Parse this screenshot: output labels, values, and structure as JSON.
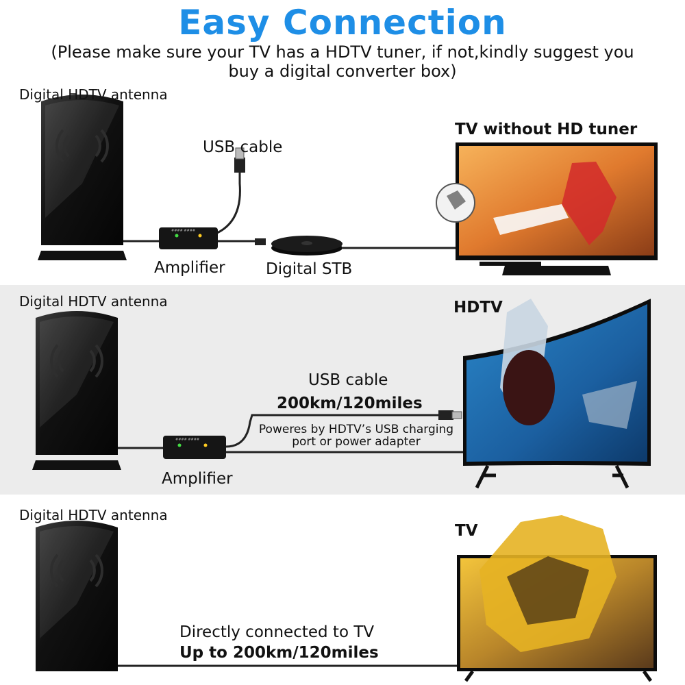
{
  "header": {
    "title": "Easy Connection",
    "subtitle_line1": "(Please make sure your TV has a HDTV tuner, if not,kindly suggest you",
    "subtitle_line2": "buy a digital converter box)"
  },
  "panel1": {
    "antenna_label": "Digital HDTV antenna",
    "usb_label": "USB cable",
    "amplifier_label": "Amplifier",
    "stb_label": "Digital STB",
    "tv_label": "TV without HD tuner"
  },
  "panel2": {
    "antenna_label": "Digital HDTV antenna",
    "tv_label": "HDTV",
    "usb_label": "USB cable",
    "range_label": "200km/120miles",
    "power_line1": "Poweres by HDTV’s USB charging",
    "power_line2": "port or power adapter",
    "amplifier_label": "Amplifier"
  },
  "panel3": {
    "antenna_label": "Digital HDTV antenna",
    "tv_label": "TV",
    "direct_label": "Directly connected to TV",
    "range_label": "Up to 200km/120miles"
  },
  "colors": {
    "title_blue": "#1e8ee6",
    "device_black": "#151515",
    "panel_gray": "#ececec"
  }
}
